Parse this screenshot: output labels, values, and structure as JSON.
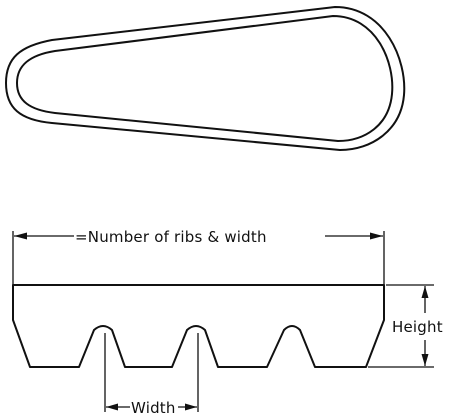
{
  "labels": {
    "top_dimension": "=Number of ribs & width",
    "height": "Height",
    "rib_width": "Width"
  },
  "colors": {
    "line": "#111111",
    "background": "#ffffff"
  }
}
